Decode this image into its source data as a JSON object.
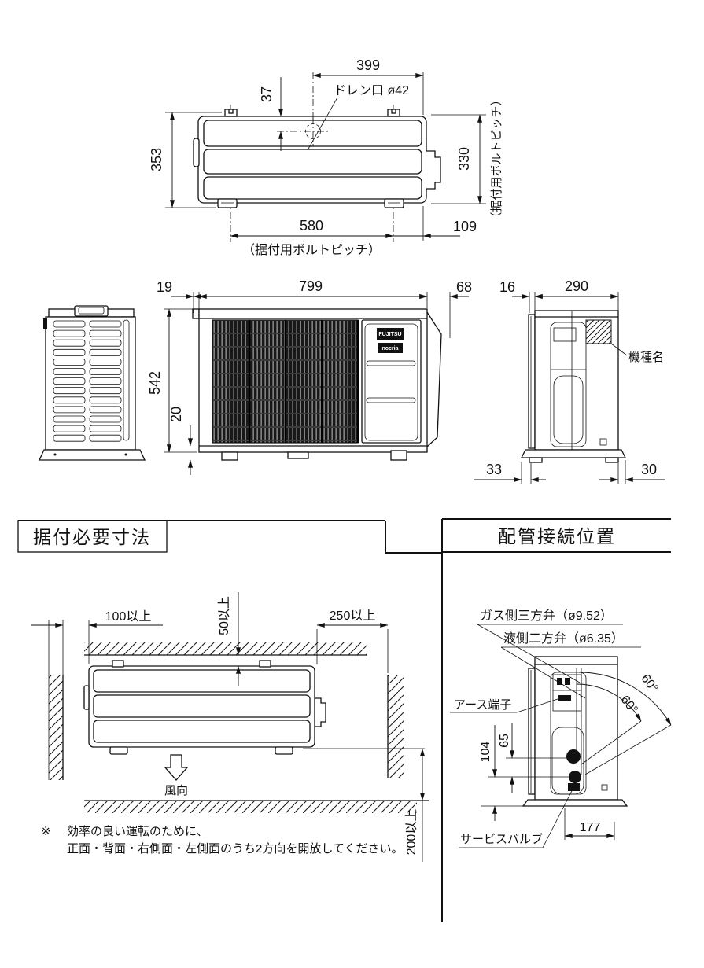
{
  "colors": {
    "ink": "#111111",
    "grille_dark": "#181818",
    "grille_light": "#8a8a8a"
  },
  "top_view": {
    "dims": {
      "width": "399",
      "drain_offset": "37",
      "depth": "353",
      "bolt_pitch_v": "330",
      "bolt_pitch_h": "580",
      "right_offset": "109"
    },
    "labels": {
      "drain": "ドレン口 ø42",
      "bolt_pitch_note_right": "（据付用ボルトピッチ）",
      "bolt_pitch_note_bottom": "（据付用ボルトピッチ）"
    }
  },
  "middle_views": {
    "dims": {
      "left_gap": "19",
      "width": "799",
      "right_gap": "68",
      "back_gap": "16",
      "depth": "290",
      "height": "542",
      "foot_height": "20",
      "foot_left": "33",
      "foot_right": "30"
    },
    "labels": {
      "model_name": "機種名",
      "brand_top": "FUJITSU",
      "brand_bottom": "nocria"
    }
  },
  "sections": {
    "left_title": "据付必要寸法",
    "right_title": "配管接続位置"
  },
  "clearance": {
    "dims": {
      "left": "100以上",
      "top": "50以上",
      "right": "250以上",
      "bottom": "200以上"
    },
    "wind_label": "風向",
    "note_mark": "※",
    "note_line1": "効率の良い運転のために、",
    "note_line2": "正面・背面・右側面・左側面のうち2方向を開放してください。"
  },
  "piping": {
    "labels": {
      "gas_valve": "ガス側三方弁（ø9.52）",
      "liquid_valve": "液側二方弁（ø6.35）",
      "earth_terminal": "アース端子",
      "service_valve": "サービスバルブ"
    },
    "dims": {
      "angle_outer": "60°",
      "angle_inner": "60°",
      "height_liquid": "104",
      "height_gas": "65",
      "service_offset": "177"
    }
  }
}
